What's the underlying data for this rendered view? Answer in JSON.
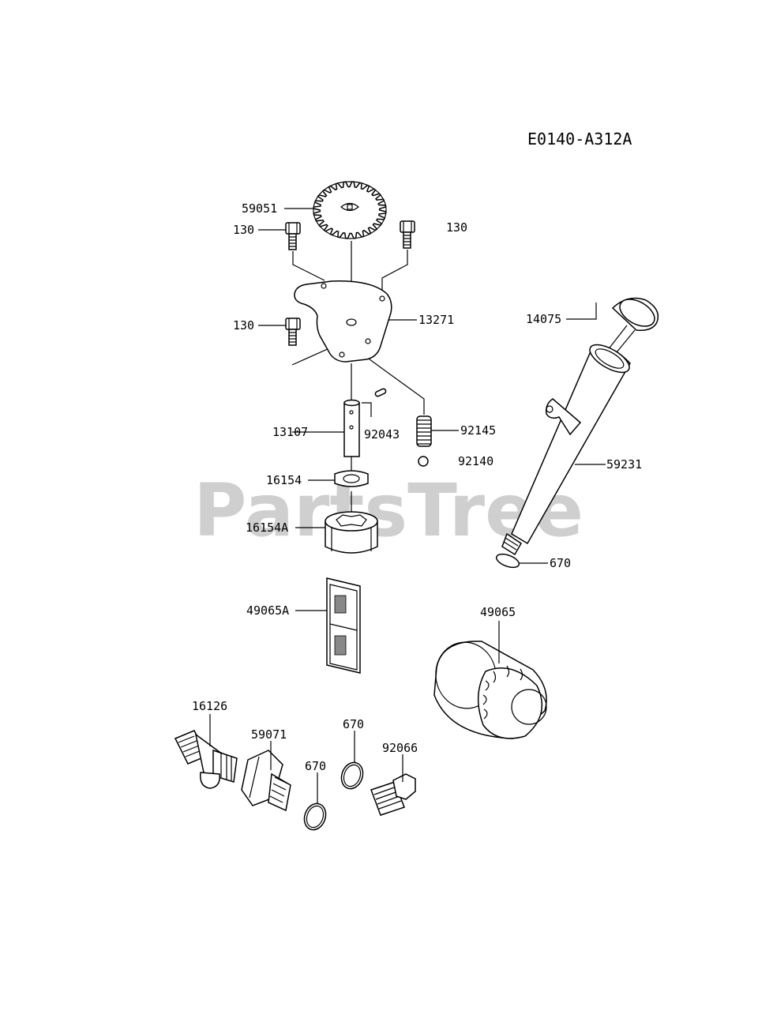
{
  "diagram_code": "E0140-A312A",
  "watermark": {
    "text": "PartsTree",
    "trademark": "™"
  },
  "labels": {
    "p59051": "59051",
    "p130_a": "130",
    "p130_b": "130",
    "p130_c": "130",
    "p13271": "13271",
    "p14075": "14075",
    "p13107": "13107",
    "p92043": "92043",
    "p92145": "92145",
    "p92140": "92140",
    "p59231": "59231",
    "p16154": "16154",
    "p16154A": "16154A",
    "p670_a": "670",
    "p49065A": "49065A",
    "p49065": "49065",
    "p16126": "16126",
    "p59071": "59071",
    "p670_b": "670",
    "p670_c": "670",
    "p92066": "92066"
  }
}
